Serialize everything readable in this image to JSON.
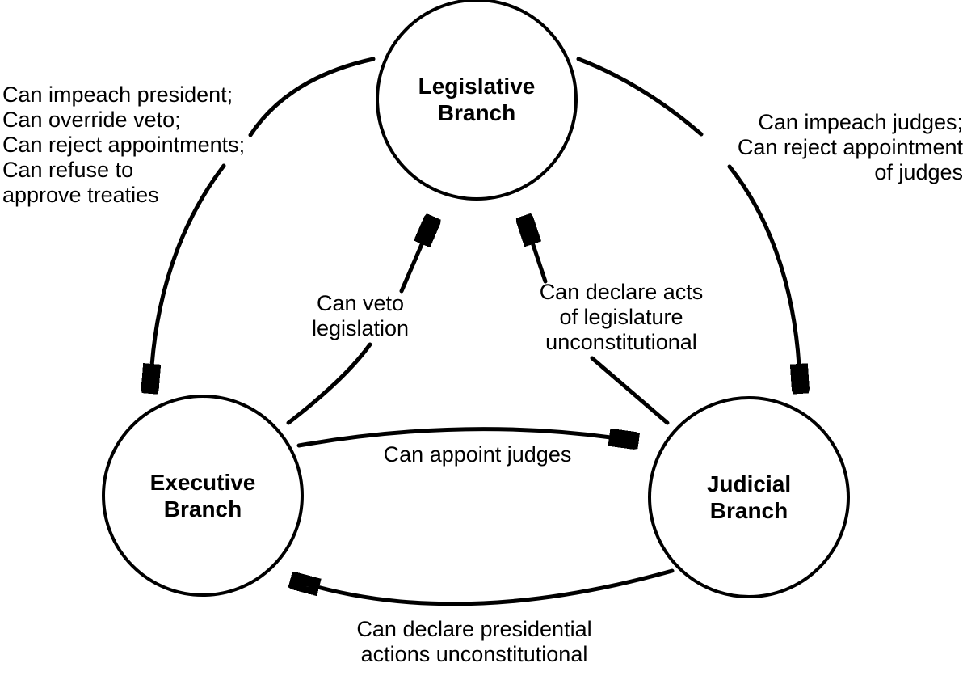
{
  "colors": {
    "ink": "#000000",
    "background": "#ffffff"
  },
  "nodes": {
    "legislative": "Legislative\nBranch",
    "executive": "Executive\nBranch",
    "judicial": "Judicial\nBranch"
  },
  "edge_labels": {
    "legislative_checks_on_executive": "Can impeach president;\nCan override veto;\nCan reject appointments;\nCan refuse to\napprove treaties",
    "legislative_checks_on_judicial": "Can impeach judges;\nCan reject appointment\nof judges",
    "executive_checks_on_legislative": "Can veto\nlegislation",
    "judicial_checks_on_legislative": "Can declare acts\nof legislature\nunconstitutional",
    "executive_checks_on_judicial": "Can appoint judges",
    "judicial_checks_on_executive": "Can declare presidential\nactions unconstitutional"
  }
}
